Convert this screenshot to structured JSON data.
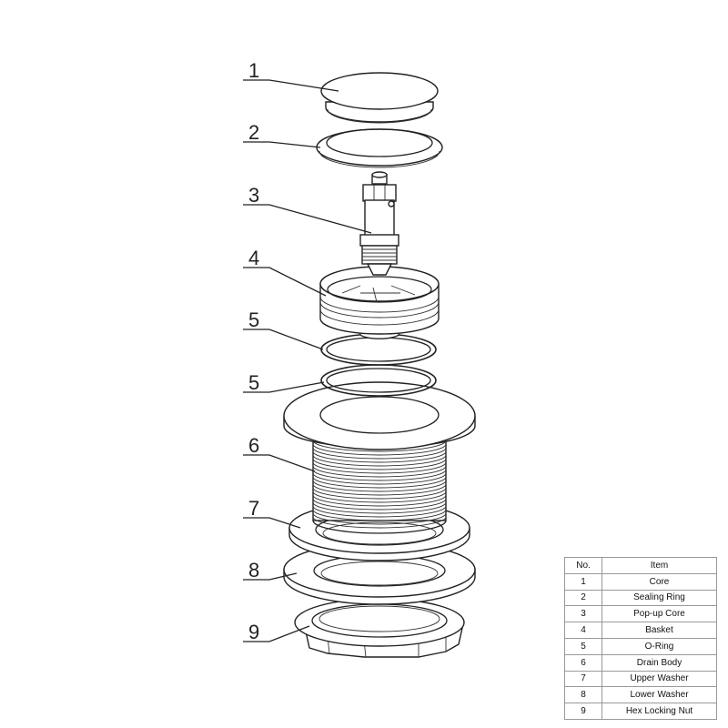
{
  "callouts": [
    {
      "num": "1",
      "item": "Core"
    },
    {
      "num": "2",
      "item": "Sealing Ring"
    },
    {
      "num": "3",
      "item": "Pop-up Core"
    },
    {
      "num": "4",
      "item": "Basket"
    },
    {
      "num": "5",
      "item": "O-Ring"
    },
    {
      "num": "5",
      "item": "O-Ring"
    },
    {
      "num": "6",
      "item": "Drain Body"
    },
    {
      "num": "7",
      "item": "Upper Washer"
    },
    {
      "num": "8",
      "item": "Lower Washer"
    },
    {
      "num": "9",
      "item": "Hex Locking Nut"
    }
  ],
  "table": {
    "header": {
      "no": "No.",
      "item": "Item"
    },
    "rows": [
      {
        "no": "1",
        "item": "Core"
      },
      {
        "no": "2",
        "item": "Sealing Ring"
      },
      {
        "no": "3",
        "item": "Pop-up Core"
      },
      {
        "no": "4",
        "item": "Basket"
      },
      {
        "no": "5",
        "item": "O-Ring"
      },
      {
        "no": "6",
        "item": "Drain Body"
      },
      {
        "no": "7",
        "item": "Upper Washer"
      },
      {
        "no": "8",
        "item": "Lower Washer"
      },
      {
        "no": "9",
        "item": "Hex Locking Nut"
      }
    ]
  }
}
